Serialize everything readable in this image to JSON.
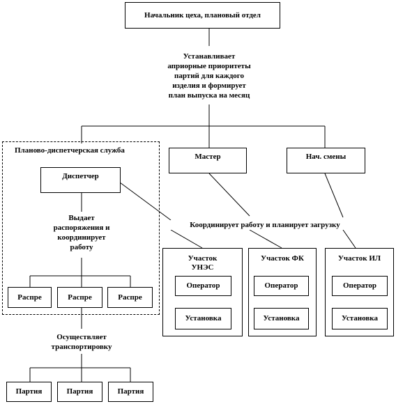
{
  "head": "Начальник цеха, плановый отдел",
  "priority_text": [
    "Устанавливает",
    "априорные приоритеты",
    "партий для каждого",
    "изделия и формирует",
    "план выпуска на месяц"
  ],
  "dispatch_service": {
    "title": "Планово-диспетчерская служба",
    "dispatcher": "Диспетчер",
    "issues_text": [
      "Выдает",
      "распоряжения и",
      "координирует",
      "работу"
    ],
    "orders": [
      "Распре",
      "Распре",
      "Распре"
    ]
  },
  "master": "Мастер",
  "shift_head": "Нач. смены",
  "coordinates_text": "Координирует работу и планирует загрузку",
  "sections": [
    {
      "title": [
        "Участок",
        "УНЭС"
      ],
      "operator": "Оператор",
      "unit": "Установка"
    },
    {
      "title": [
        "Участок ФК"
      ],
      "operator": "Оператор",
      "unit": "Установка"
    },
    {
      "title": [
        "Участок ИЛ"
      ],
      "operator": "Оператор",
      "unit": "Установка"
    }
  ],
  "transport_text": [
    "Осуществляет",
    "транспортировку"
  ],
  "batches": [
    "Партия",
    "Партия",
    "Партия"
  ]
}
